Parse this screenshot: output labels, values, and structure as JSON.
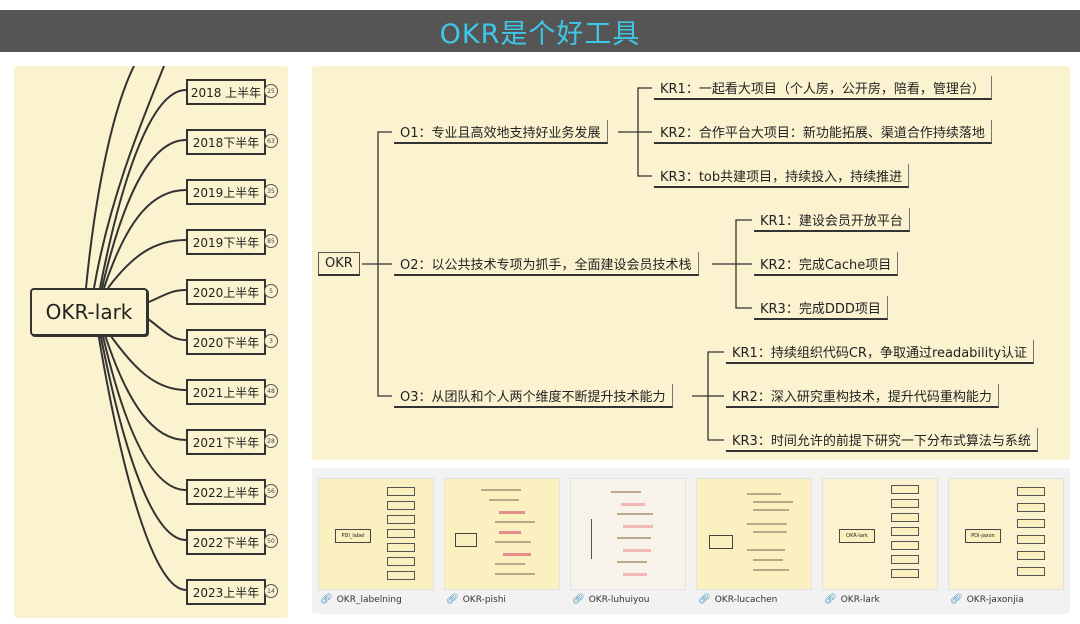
{
  "title": "OKR是个好工具",
  "left_map": {
    "root": "OKR-lark",
    "periods": [
      {
        "label": "2018 上半年",
        "count": "25"
      },
      {
        "label": "2018下半年",
        "count": "63"
      },
      {
        "label": "2019上半年",
        "count": "35"
      },
      {
        "label": "2019下半年",
        "count": "85"
      },
      {
        "label": "2020上半年",
        "count": "5"
      },
      {
        "label": "2020下半年",
        "count": "3"
      },
      {
        "label": "2021上半年",
        "count": "48"
      },
      {
        "label": "2021下半年",
        "count": "28"
      },
      {
        "label": "2022上半年",
        "count": "56"
      },
      {
        "label": "2022下半年",
        "count": "50"
      },
      {
        "label": "2023上半年",
        "count": "14"
      }
    ]
  },
  "okr_map": {
    "root": "OKR",
    "objectives": [
      {
        "label": "O1：专业且高效地支持好业务发展",
        "krs": [
          "KR1：一起看大项目（个人房，公开房，陪看，管理台）",
          "KR2：合作平台大项目：新功能拓展、渠道合作持续落地",
          "KR3：tob共建项目，持续投入，持续推进"
        ]
      },
      {
        "label": "O2：以公共技术专项为抓手，全面建设会员技术栈",
        "krs": [
          "KR1：建设会员开放平台",
          "KR2：完成Cache项目",
          "KR3：完成DDD项目"
        ]
      },
      {
        "label": "O3：从团队和个人两个维度不断提升技术能力",
        "krs": [
          "KR1：持续组织代码CR，争取通过readability认证",
          "KR2：深入研究重构技术，提升代码重构能力",
          "KR3：时间允许的前提下研究一下分布式算法与系统"
        ]
      }
    ]
  },
  "thumbnails": [
    {
      "caption": "OKR_labelning",
      "root": "PDI_label",
      "icon": "link-icon"
    },
    {
      "caption": "OKR-pishi",
      "root": "",
      "icon": "link-icon"
    },
    {
      "caption": "OKR-luhuiyou",
      "root": "",
      "icon": "link-icon"
    },
    {
      "caption": "OKR-lucachen",
      "root": "",
      "icon": "link-icon"
    },
    {
      "caption": "OKR-lark",
      "root": "OKR-lark",
      "icon": "link-icon"
    },
    {
      "caption": "OKR-jaxonjia",
      "root": "PDI-jaxon",
      "icon": "link-icon"
    }
  ],
  "colors": {
    "title_bg": "#555555",
    "title_text": "#3fc7e8",
    "panel_bg": "#fbf3cf",
    "strip_bg": "#f2f2f2",
    "link": "#3a8fb7"
  }
}
